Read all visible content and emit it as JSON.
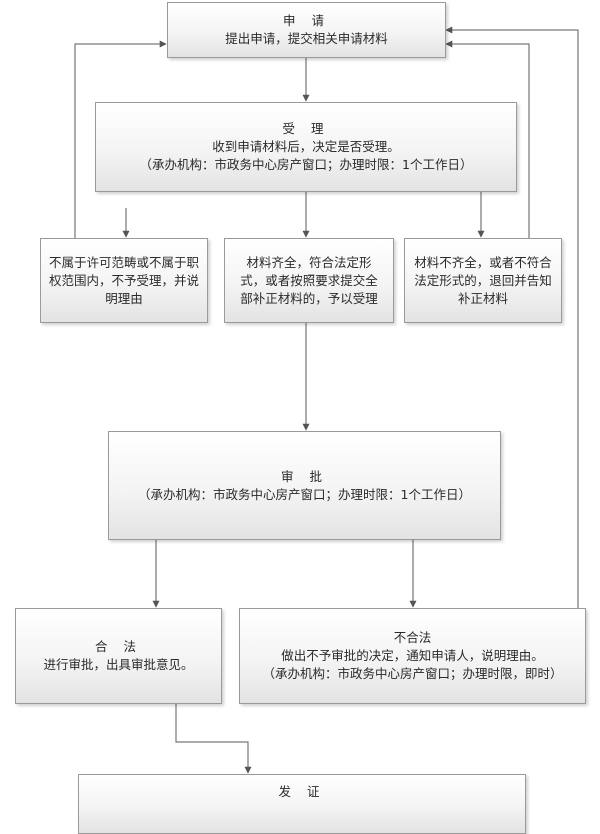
{
  "boxes": {
    "apply": {
      "title": "申 请",
      "line1": "提出申请，提交相关申请材料"
    },
    "accept": {
      "title": "受 理",
      "line1": "收到申请材料后，决定是否受理。",
      "line2": "（承办机构：市政务中心房产窗口；办理时限：1个工作日）"
    },
    "reject_scope": {
      "text": "不属于许可范畴或不属于职权范围内，不予受理，并说明理由"
    },
    "accepted": {
      "text": "材料齐全，符合法定形式，或者按照要求提交全部补正材料的，予以受理"
    },
    "incomplete": {
      "text": "材料不齐全，或者不符合法定形式的，退回并告知补正材料"
    },
    "approve": {
      "title": "审 批",
      "line1": "（承办机构：市政务中心房产窗口；办理时限：1个工作日）"
    },
    "legal": {
      "title": "合 法",
      "line1": "进行审批，出具审批意见。"
    },
    "illegal": {
      "title": "不合法",
      "line1": "做出不予审批的决定，通知申请人，说明理由。",
      "line2": "（承办机构：市政务中心房产窗口；办理时限，即时）"
    },
    "issue": {
      "title": "发 证"
    }
  }
}
